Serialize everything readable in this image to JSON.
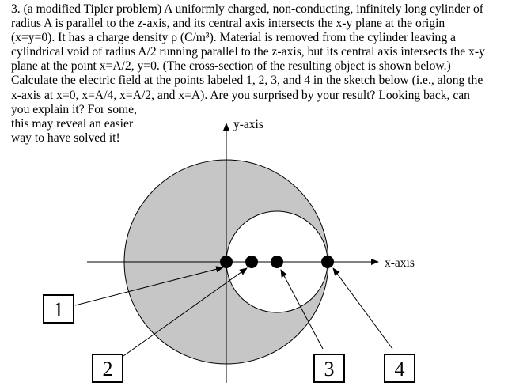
{
  "problem": {
    "lines": [
      "3. (a modified Tipler problem) A uniformly charged, non-conducting, infinitely long cylinder of",
      "radius A is parallel to the z-axis, and its central axis intersects the x-y plane at the origin",
      "(x=y=0). It has a charge density ρ  (C/m³).  Material is removed from the cylinder leaving a",
      "cylindrical void of radius A/2 running parallel to the z-axis, but its central axis intersects the x-y",
      "plane at the point x=A/2, y=0. (The cross-section of the resulting object is shown below.)",
      "Calculate the electric field at the points labeled 1, 2, 3, and 4 in the sketch below (i.e., along the",
      "x-axis at x=0, x=A/4, x=A/2, and x=A). Are you surprised by your result? Looking back, can",
      "you explain it? For some,",
      "this may reveal an easier",
      "way to have solved it!"
    ]
  },
  "figure": {
    "y_axis_label": "y-axis",
    "x_axis_label": "x-axis",
    "point_labels": [
      "1",
      "2",
      "3",
      "4"
    ],
    "colors": {
      "cylinder_fill": "#c6c6c6",
      "void_fill": "#ffffff",
      "stroke": "#000000"
    }
  }
}
